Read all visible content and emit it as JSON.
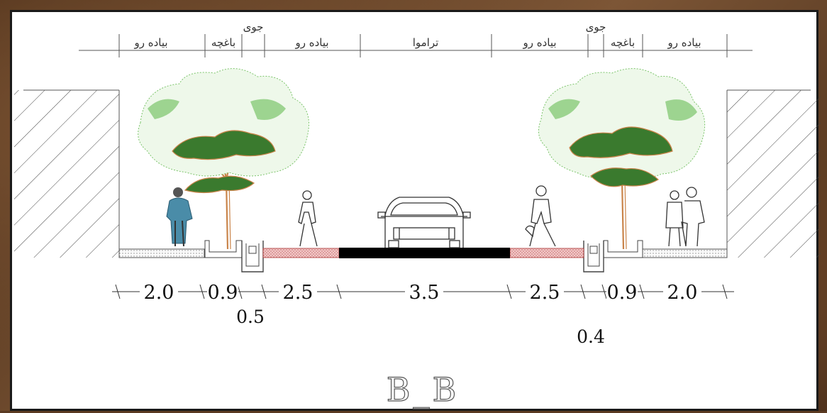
{
  "zones_top": [
    {
      "id": "sidewalk-left",
      "label": "بیاده رو"
    },
    {
      "id": "garden-left",
      "label": "باغچه"
    },
    {
      "id": "ditch-left",
      "label": "جوی"
    },
    {
      "id": "walk-left",
      "label": "بیاده رو"
    },
    {
      "id": "tram",
      "label": "تراموا"
    },
    {
      "id": "walk-right",
      "label": "بیاده رو"
    },
    {
      "id": "ditch-right",
      "label": "جوی"
    },
    {
      "id": "garden-right",
      "label": "باغچه"
    },
    {
      "id": "sidewalk-right",
      "label": "بیاده رو"
    }
  ],
  "dimensions": {
    "left_sidewalk": "2.0",
    "left_garden": "0.9",
    "left_walk": "2.5",
    "tram": "3.5",
    "right_walk": "2.5",
    "right_garden": "0.9",
    "right_sidewalk": "2.0",
    "left_ditch": "0.5",
    "right_ditch": "0.4"
  },
  "section_title": "B_B",
  "colors": {
    "tram_track": "#000000",
    "walkway_hatch": "#e8a0a0",
    "foliage": "#3a7a2e",
    "foliage_light": "#7bc46a",
    "trunk": "#c9844a"
  }
}
